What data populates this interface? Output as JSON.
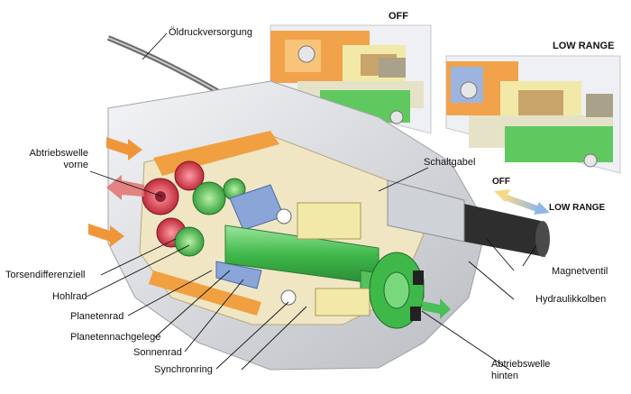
{
  "headers": {
    "off": "OFF",
    "low_range": "LOW RANGE"
  },
  "labels": {
    "oeldruck": "Öldruckversorgung",
    "schaltgabel": "Schaltgabel",
    "abtrieb_vorne_1": "Abtriebswelle",
    "abtrieb_vorne_2": "vorne",
    "torsen": "Torsendifferenziell",
    "hohlrad": "Hohlrad",
    "planetenrad": "Planetenrad",
    "planetentraeger": "Planetennachgelege",
    "sonnenrad": "Sonnenrad",
    "synchronring": "Synchronring",
    "magnetventil": "Magnetventil",
    "hydraulik": "Hydraulikkolben",
    "abtrieb_hinten_1": "Abtriebswelle",
    "abtrieb_hinten_2": "hinten"
  },
  "mode_arrow": {
    "off": "OFF",
    "low_range": "LOW RANGE"
  },
  "colors": {
    "orange_gear": "#f0a040",
    "green_shaft": "#4cc24c",
    "red_gear": "#d83a4a",
    "blue_part": "#8aa6d8",
    "yellow_housing": "#f2e9a8",
    "housing_gray": "#d8dade",
    "dark_gray": "#3a3a3a",
    "arrow_orange": "#f0963a",
    "arrow_green": "#4bbf5a",
    "arrow_red": "#e07070"
  }
}
